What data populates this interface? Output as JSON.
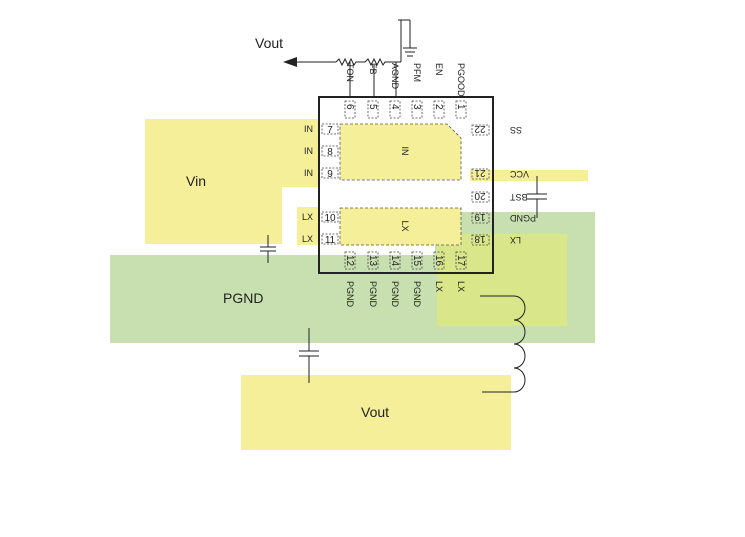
{
  "colors": {
    "copper_yellow": "#f5ef9a",
    "ground_green": "#c8e0b0",
    "overlap": "#d9e68a",
    "outline": "#222222"
  },
  "labels": {
    "vout_top": "Vout",
    "vin": "Vin",
    "pgnd": "PGND",
    "vout_pad": "Vout",
    "pad_in": "IN",
    "pad_lx": "LX"
  },
  "top_pins": [
    {
      "num": "6",
      "name": "TON"
    },
    {
      "num": "5",
      "name": "FB"
    },
    {
      "num": "4",
      "name": "AGND"
    },
    {
      "num": "3",
      "name": "PFM"
    },
    {
      "num": "2",
      "name": "EN"
    },
    {
      "num": "1",
      "name": "PGOOD"
    }
  ],
  "left_pins": [
    {
      "num": "7",
      "name": "IN"
    },
    {
      "num": "8",
      "name": "IN"
    },
    {
      "num": "9",
      "name": "IN"
    },
    {
      "num": "10",
      "name": "LX"
    },
    {
      "num": "11",
      "name": "LX"
    }
  ],
  "bottom_pins": [
    {
      "num": "12",
      "name": "PGND"
    },
    {
      "num": "13",
      "name": "PGND"
    },
    {
      "num": "14",
      "name": "PGND"
    },
    {
      "num": "15",
      "name": "PGND"
    },
    {
      "num": "16",
      "name": "LX"
    },
    {
      "num": "17",
      "name": "LX"
    }
  ],
  "right_pins": [
    {
      "num": "22",
      "name": "SS"
    },
    {
      "num": "21",
      "name": "VCC"
    },
    {
      "num": "20",
      "name": "BST"
    },
    {
      "num": "19",
      "name": "PGND"
    },
    {
      "num": "18",
      "name": "LX"
    }
  ]
}
